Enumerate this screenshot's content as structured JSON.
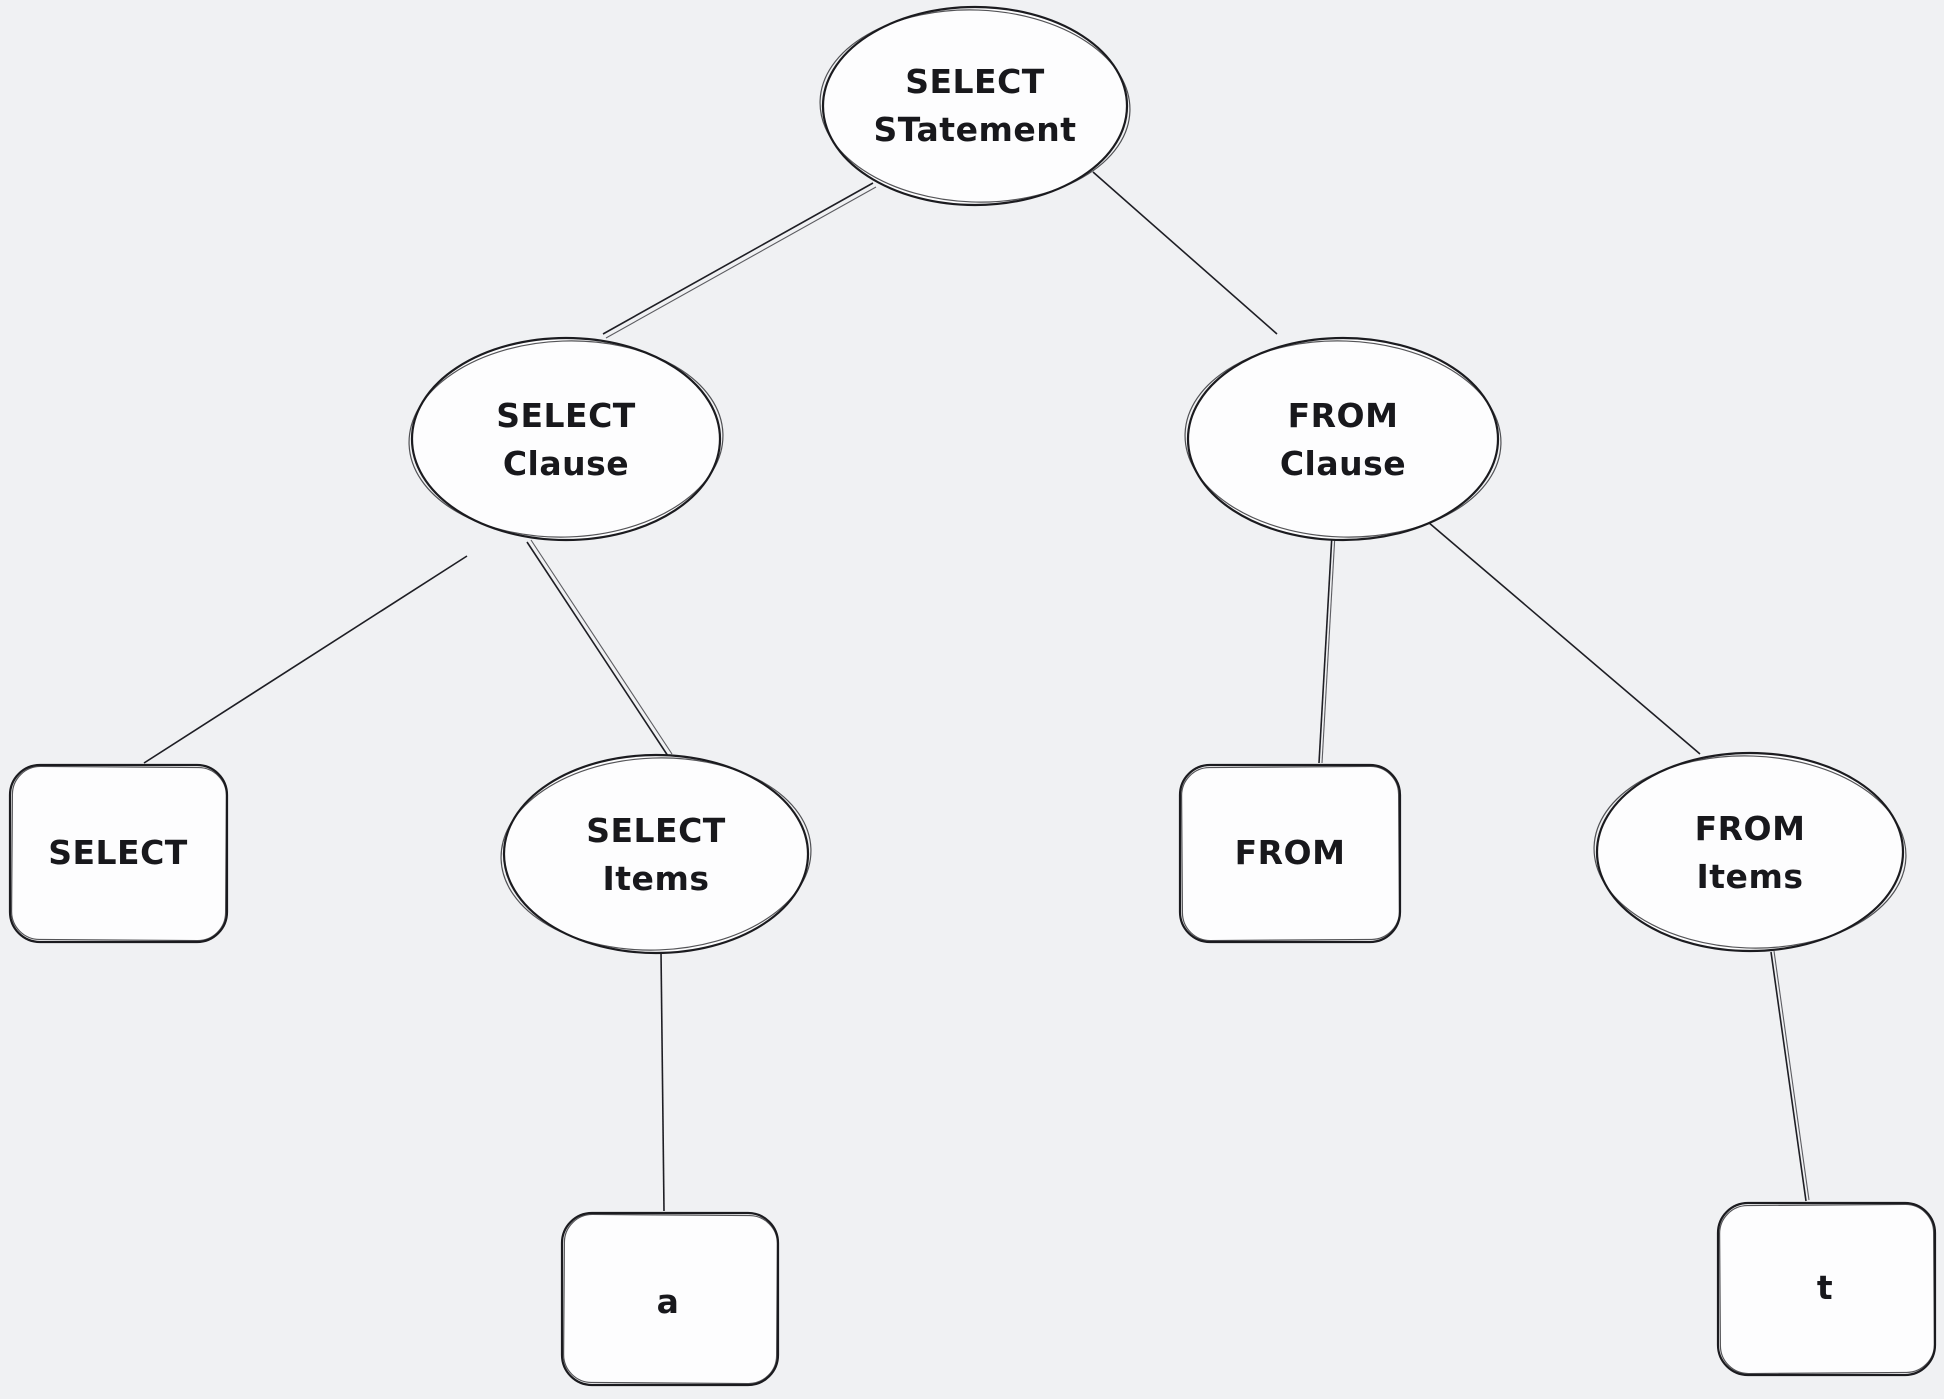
{
  "canvas": {
    "background_color": "#f0f1f3",
    "stroke_color": "#1b1b1f",
    "node_fill_color": "#fdfdfe",
    "style": "hand-drawn sketch"
  },
  "diagram": {
    "type": "tree",
    "description": "Parse tree of a SQL SELECT statement",
    "nodes": [
      {
        "id": "select-statement",
        "shape": "ellipse",
        "label": "SELECT\nSTatement"
      },
      {
        "id": "select-clause",
        "shape": "ellipse",
        "label": "SELECT\nClause"
      },
      {
        "id": "from-clause",
        "shape": "ellipse",
        "label": "FROM\nClause"
      },
      {
        "id": "select-keyword",
        "shape": "rectangle",
        "label": "SELECT"
      },
      {
        "id": "select-items",
        "shape": "ellipse",
        "label": "SELECT\nItems"
      },
      {
        "id": "from-keyword",
        "shape": "rectangle",
        "label": "FROM"
      },
      {
        "id": "from-items",
        "shape": "ellipse",
        "label": "FROM\nItems"
      },
      {
        "id": "item-a",
        "shape": "rectangle",
        "label": "a"
      },
      {
        "id": "item-t",
        "shape": "rectangle",
        "label": "t"
      }
    ],
    "edges": [
      {
        "from": "select-statement",
        "to": "select-clause"
      },
      {
        "from": "select-statement",
        "to": "from-clause"
      },
      {
        "from": "select-clause",
        "to": "select-keyword"
      },
      {
        "from": "select-clause",
        "to": "select-items"
      },
      {
        "from": "from-clause",
        "to": "from-keyword"
      },
      {
        "from": "from-clause",
        "to": "from-items"
      },
      {
        "from": "select-items",
        "to": "item-a"
      },
      {
        "from": "from-items",
        "to": "item-t"
      }
    ]
  }
}
